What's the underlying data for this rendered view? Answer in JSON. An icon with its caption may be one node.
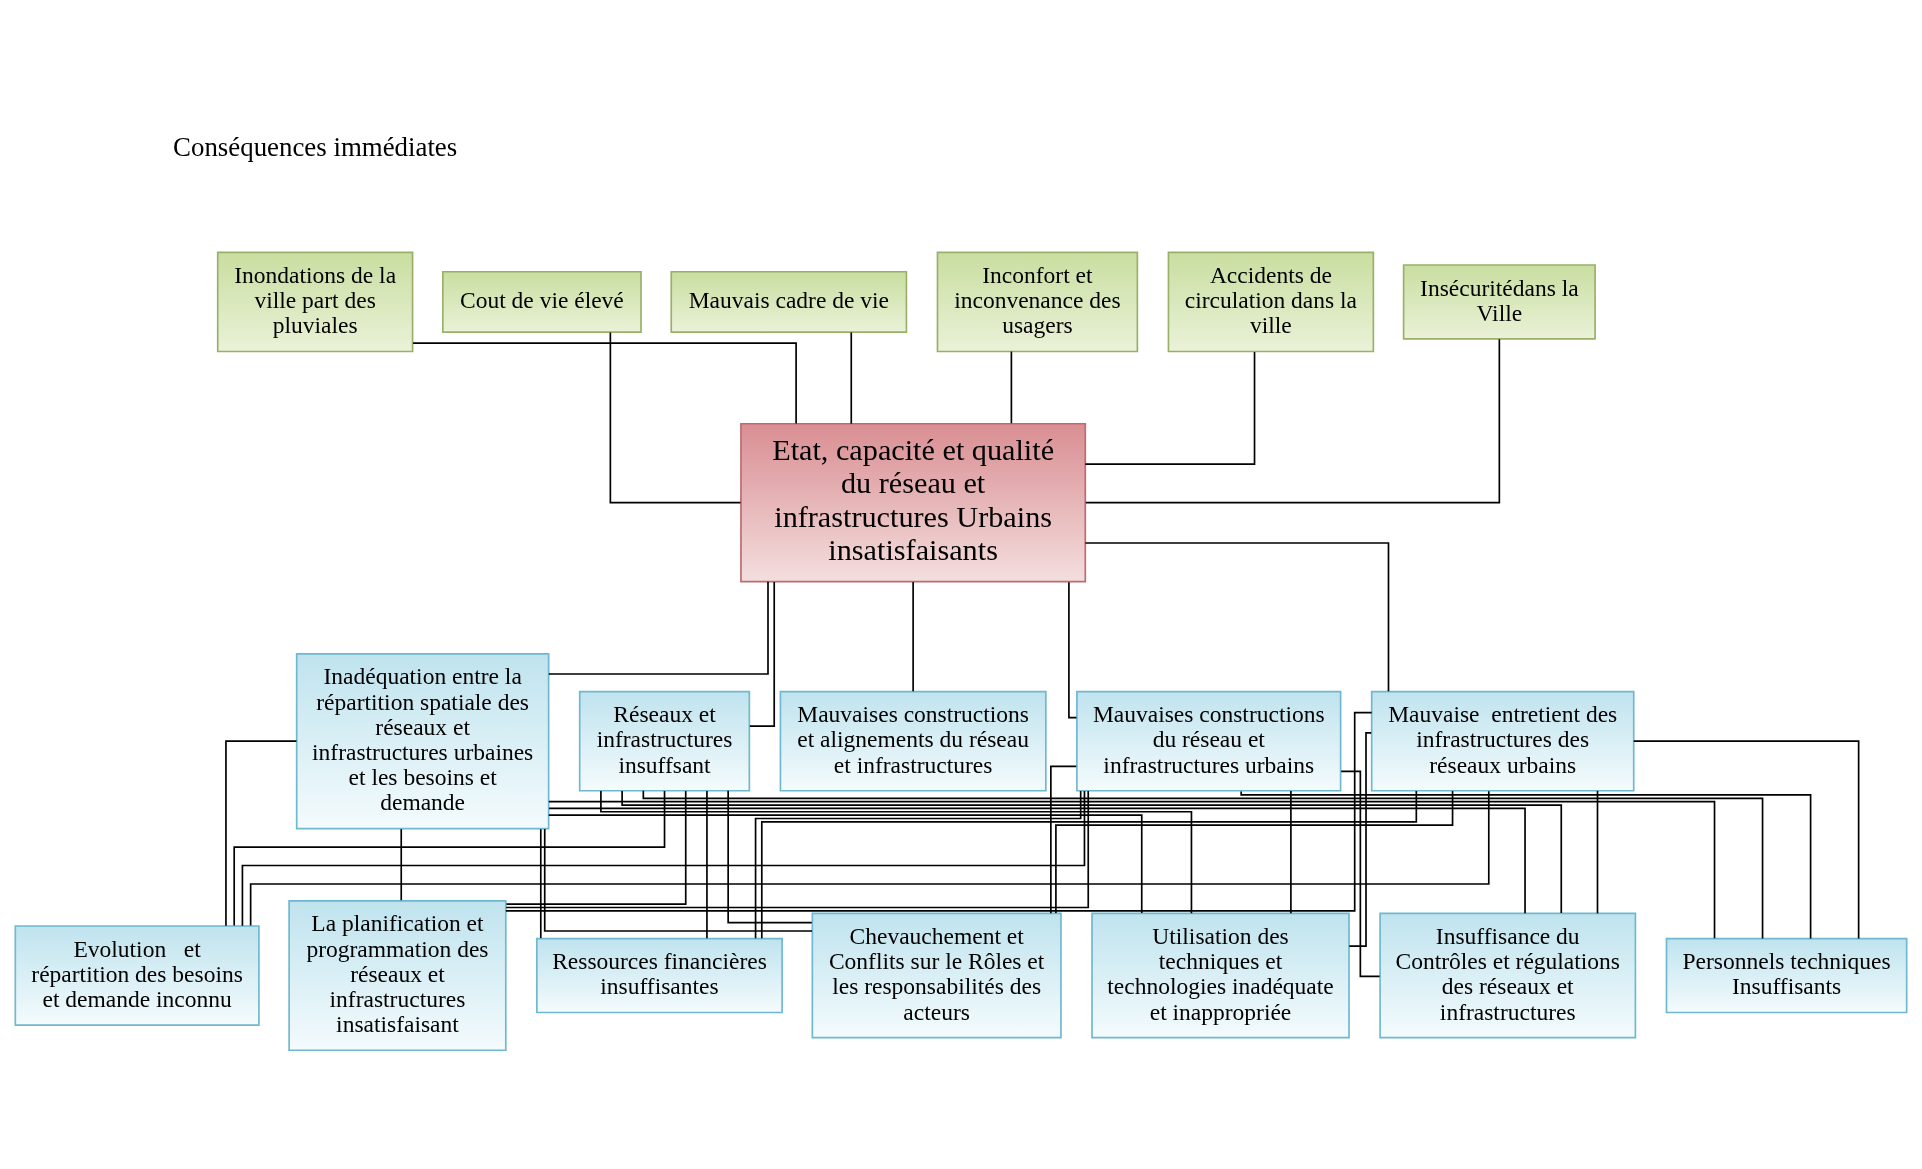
{
  "diagram": {
    "nodes": [
      {
        "text": [
          "Inondations de la ville part des pluviales"
        ]
      },
      {
        "text": [
          "Cout de vie élevé"
        ]
      },
      {
        "text": [
          "Mauvais cadre de vie"
        ]
      },
      {
        "text": [
          "Inconfort et inconvenance des usagers"
        ]
      },
      {
        "text": [
          "Accidents de circulation dans la ville"
        ]
      },
      {
        "text": [
          "Insécuritédans la Ville"
        ]
      },
      {
        "text": [
          "Etat, capacité et qualité du réseau et infrastructures Urbains insatisfaisants"
        ]
      },
      {
        "text": [
          "Inadéquation entre la répartition spatiale des réseaux et infrastructures urbaines  et les besoins et demande"
        ]
      },
      {
        "text": [
          "Réseaux et infrastructures insuffsant"
        ]
      },
      {
        "text": [
          "Mauvaises constructions et alignements du réseau et infrastructures"
        ]
      },
      {
        "text": [
          "Mauvaises constructions du réseau et infrastructures urbains"
        ]
      },
      {
        "text": [
          "Mauvaise  entretient des infrastructures des réseaux urbains"
        ]
      },
      {
        "text": [
          "Evolution   et répartition des besoins et demande inconnu"
        ]
      },
      {
        "text": [
          "La planification et programmation des réseaux et infrastructures insatisfaisant"
        ]
      },
      {
        "text": [
          "Ressources financières insuffisantes"
        ]
      },
      {
        "text": [
          "Chevauchement et Conflits sur le Rôles et les responsabilités des acteurs"
        ]
      },
      {
        "text": [
          "Utilisation des techniques et technologies inadéquate et inappropriée"
        ]
      },
      {
        "text": [
          "Insuffisance du Contrôles et régulations des réseaux et infrastructures"
        ]
      },
      {
        "text": [
          "Personnels techniques Insuffisants"
        ]
      }
    ],
    "edges": [
      {
        "from": 0,
        "to": 6,
        "arrow": "none"
      },
      {
        "from": 1,
        "to": 6,
        "arrow": "none"
      },
      {
        "from": 2,
        "to": 6,
        "arrow": "none"
      },
      {
        "from": 3,
        "to": 6,
        "arrow": "none"
      },
      {
        "from": 4,
        "to": 6,
        "arrow": "none"
      },
      {
        "from": 5,
        "to": 6,
        "arrow": "none"
      },
      {
        "from": 6,
        "to": 7,
        "arrow": "none"
      },
      {
        "from": 6,
        "to": 8,
        "arrow": "none"
      },
      {
        "from": 6,
        "to": 9,
        "arrow": "none"
      },
      {
        "from": 6,
        "to": 10,
        "arrow": "none"
      },
      {
        "from": 6,
        "to": 11,
        "arrow": "none"
      },
      {
        "from": 7,
        "to": 12,
        "arrow": "none"
      },
      {
        "from": 7,
        "to": 13,
        "arrow": "none"
      },
      {
        "from": 7,
        "to": 14,
        "arrow": "none"
      },
      {
        "from": 7,
        "to": 15,
        "arrow": "none"
      },
      {
        "from": 7,
        "to": 16,
        "arrow": "none"
      },
      {
        "from": 7,
        "to": 17,
        "arrow": "none"
      },
      {
        "from": 7,
        "to": 18,
        "arrow": "none"
      },
      {
        "from": 8,
        "to": 12,
        "arrow": "none"
      },
      {
        "from": 8,
        "to": 13,
        "arrow": "none"
      },
      {
        "from": 8,
        "to": 14,
        "arrow": "none"
      },
      {
        "from": 8,
        "to": 15,
        "arrow": "none"
      },
      {
        "from": 8,
        "to": 16,
        "arrow": "none"
      },
      {
        "from": 8,
        "to": 17,
        "arrow": "none"
      },
      {
        "from": 8,
        "to": 18,
        "arrow": "none"
      },
      {
        "from": 10,
        "to": 12,
        "arrow": "none"
      },
      {
        "from": 10,
        "to": 13,
        "arrow": "none"
      },
      {
        "from": 10,
        "to": 14,
        "arrow": "none"
      },
      {
        "from": 10,
        "to": 15,
        "arrow": "none"
      },
      {
        "from": 10,
        "to": 16,
        "arrow": "none"
      },
      {
        "from": 10,
        "to": 17,
        "arrow": "none"
      },
      {
        "from": 10,
        "to": 18,
        "arrow": "none"
      },
      {
        "from": 11,
        "to": 12,
        "arrow": "none"
      },
      {
        "from": 11,
        "to": 13,
        "arrow": "none"
      },
      {
        "from": 11,
        "to": 14,
        "arrow": "none"
      },
      {
        "from": 11,
        "to": 15,
        "arrow": "none"
      },
      {
        "from": 11,
        "to": 16,
        "arrow": "none"
      },
      {
        "from": 11,
        "to": 17,
        "arrow": "none"
      },
      {
        "from": 11,
        "to": 18,
        "arrow": "none"
      }
    ],
    "labels": [
      "Conséquences immédiates"
    ]
  }
}
